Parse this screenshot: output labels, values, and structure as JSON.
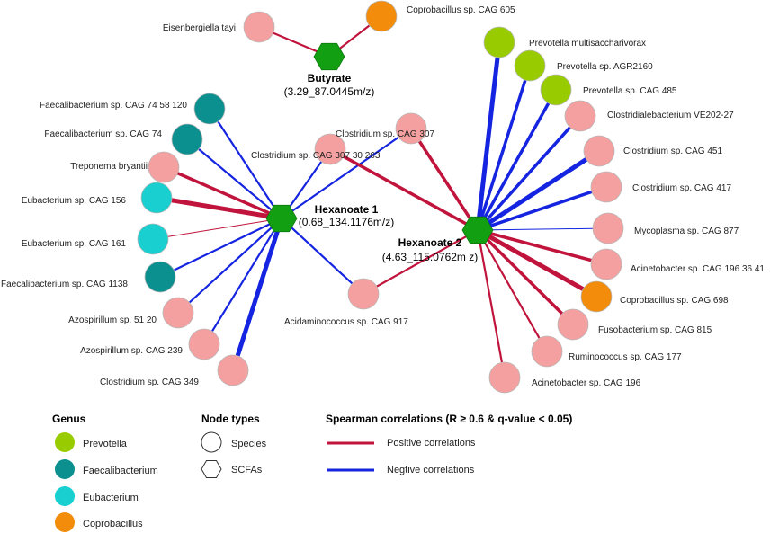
{
  "colors": {
    "positive": "#c0143c",
    "negative": "#1424e0",
    "scfa": "#129f12",
    "default_species": "#f4a0a0",
    "Prevotella": "#99cc00",
    "Faecalibacterium": "#0b8f8f",
    "Eubacterium": "#19cfcf",
    "Coprobacillus": "#f28c0a"
  },
  "hubs": [
    {
      "id": "butyrate",
      "title": "Butyrate",
      "subtitle": "(3.29_87.0445m/z)"
    },
    {
      "id": "hex1",
      "title": "Hexanoate 1",
      "subtitle": "(0.68_134.1176m/z)"
    },
    {
      "id": "hex2",
      "title": "Hexanoate 2",
      "subtitle": "(4.63_115.0762m z)"
    }
  ],
  "species": [
    {
      "name": "Eisenbergiella tayi",
      "genus": ""
    },
    {
      "name": "Coprobacillus sp. CAG 605",
      "genus": "Coprobacillus"
    },
    {
      "name": "Faecalibacterium sp. CAG 74 58 120",
      "genus": "Faecalibacterium"
    },
    {
      "name": "Faecalibacterium sp. CAG 74",
      "genus": "Faecalibacterium"
    },
    {
      "name": "Treponema bryantii",
      "genus": ""
    },
    {
      "name": "Eubacterium sp. CAG 156",
      "genus": "Eubacterium"
    },
    {
      "name": "Eubacterium sp. CAG 161",
      "genus": "Eubacterium"
    },
    {
      "name": "Faecalibacterium sp. CAG 1138",
      "genus": "Faecalibacterium"
    },
    {
      "name": "Azospirillum sp. 51 20",
      "genus": ""
    },
    {
      "name": "Azospirillum sp. CAG 239",
      "genus": ""
    },
    {
      "name": "Clostridium sp. CAG 349",
      "genus": ""
    },
    {
      "name": "Clostridium sp. CAG 307 30 263",
      "genus": ""
    },
    {
      "name": "Clostridium sp. CAG 307",
      "genus": ""
    },
    {
      "name": "Acidaminococcus sp. CAG 917",
      "genus": ""
    },
    {
      "name": "Prevotella multisaccharivorax",
      "genus": "Prevotella"
    },
    {
      "name": "Prevotella sp. AGR2160",
      "genus": "Prevotella"
    },
    {
      "name": "Prevotella sp. CAG 485",
      "genus": "Prevotella"
    },
    {
      "name": "Clostridialebacterium VE202-27",
      "genus": ""
    },
    {
      "name": "Clostridium sp. CAG 451",
      "genus": ""
    },
    {
      "name": "Clostridium sp. CAG 417",
      "genus": ""
    },
    {
      "name": "Mycoplasma sp. CAG 877",
      "genus": ""
    },
    {
      "name": "Acinetobacter sp. CAG 196 36 41",
      "genus": ""
    },
    {
      "name": "Coprobacillus sp. CAG 698",
      "genus": "Coprobacillus"
    },
    {
      "name": "Fusobacterium sp. CAG 815",
      "genus": ""
    },
    {
      "name": "Ruminococcus sp. CAG 177",
      "genus": ""
    },
    {
      "name": "Acinetobacter sp. CAG 196",
      "genus": ""
    }
  ],
  "edges": [
    {
      "hub": "butyrate",
      "species": "Eisenbergiella tayi",
      "sign": "positive",
      "strength": 2
    },
    {
      "hub": "butyrate",
      "species": "Coprobacillus sp. CAG 605",
      "sign": "positive",
      "strength": 2
    },
    {
      "hub": "hex1",
      "species": "Faecalibacterium sp. CAG 74 58 120",
      "sign": "negative",
      "strength": 2
    },
    {
      "hub": "hex1",
      "species": "Faecalibacterium sp. CAG 74",
      "sign": "negative",
      "strength": 2
    },
    {
      "hub": "hex1",
      "species": "Treponema bryantii",
      "sign": "positive",
      "strength": 3
    },
    {
      "hub": "hex1",
      "species": "Eubacterium sp. CAG 156",
      "sign": "positive",
      "strength": 4
    },
    {
      "hub": "hex1",
      "species": "Eubacterium sp. CAG 161",
      "sign": "positive",
      "strength": 1
    },
    {
      "hub": "hex1",
      "species": "Faecalibacterium sp. CAG 1138",
      "sign": "negative",
      "strength": 2
    },
    {
      "hub": "hex1",
      "species": "Azospirillum sp. 51 20",
      "sign": "negative",
      "strength": 2
    },
    {
      "hub": "hex1",
      "species": "Azospirillum sp. CAG 239",
      "sign": "negative",
      "strength": 2
    },
    {
      "hub": "hex1",
      "species": "Clostridium sp. CAG 349",
      "sign": "negative",
      "strength": 4
    },
    {
      "hub": "hex1",
      "species": "Clostridium sp. CAG 307 30 263",
      "sign": "negative",
      "strength": 2
    },
    {
      "hub": "hex1",
      "species": "Clostridium sp. CAG 307",
      "sign": "negative",
      "strength": 2
    },
    {
      "hub": "hex1",
      "species": "Acidaminococcus sp. CAG 917",
      "sign": "negative",
      "strength": 2
    },
    {
      "hub": "hex2",
      "species": "Clostridium sp. CAG 307 30 263",
      "sign": "positive",
      "strength": 3
    },
    {
      "hub": "hex2",
      "species": "Clostridium sp. CAG 307",
      "sign": "positive",
      "strength": 3
    },
    {
      "hub": "hex2",
      "species": "Acidaminococcus sp. CAG 917",
      "sign": "positive",
      "strength": 2
    },
    {
      "hub": "hex2",
      "species": "Prevotella multisaccharivorax",
      "sign": "negative",
      "strength": 4
    },
    {
      "hub": "hex2",
      "species": "Prevotella sp. AGR2160",
      "sign": "negative",
      "strength": 3
    },
    {
      "hub": "hex2",
      "species": "Prevotella sp. CAG 485",
      "sign": "negative",
      "strength": 3
    },
    {
      "hub": "hex2",
      "species": "Clostridialebacterium VE202-27",
      "sign": "negative",
      "strength": 3
    },
    {
      "hub": "hex2",
      "species": "Clostridium sp. CAG 451",
      "sign": "negative",
      "strength": 4
    },
    {
      "hub": "hex2",
      "species": "Clostridium sp. CAG 417",
      "sign": "negative",
      "strength": 3
    },
    {
      "hub": "hex2",
      "species": "Mycoplasma sp. CAG 877",
      "sign": "negative",
      "strength": 1
    },
    {
      "hub": "hex2",
      "species": "Acinetobacter sp. CAG 196 36 41",
      "sign": "positive",
      "strength": 3
    },
    {
      "hub": "hex2",
      "species": "Coprobacillus sp. CAG 698",
      "sign": "positive",
      "strength": 4
    },
    {
      "hub": "hex2",
      "species": "Fusobacterium sp. CAG 815",
      "sign": "positive",
      "strength": 3
    },
    {
      "hub": "hex2",
      "species": "Ruminococcus sp. CAG 177",
      "sign": "positive",
      "strength": 2
    },
    {
      "hub": "hex2",
      "species": "Acinetobacter sp. CAG 196",
      "sign": "positive",
      "strength": 2
    }
  ],
  "legend": {
    "genus_title": "Genus",
    "genus_items": [
      "Prevotella",
      "Faecalibacterium",
      "Eubacterium",
      "Coprobacillus"
    ],
    "node_types_title": "Node types",
    "node_species": "Species",
    "node_scfa": "SCFAs",
    "correlation_title": "Spearman correlations (R ≥ 0.6 & q-value < 0.05)",
    "positive_label": "Positive correlations",
    "negative_label": "Negtive correlations"
  }
}
